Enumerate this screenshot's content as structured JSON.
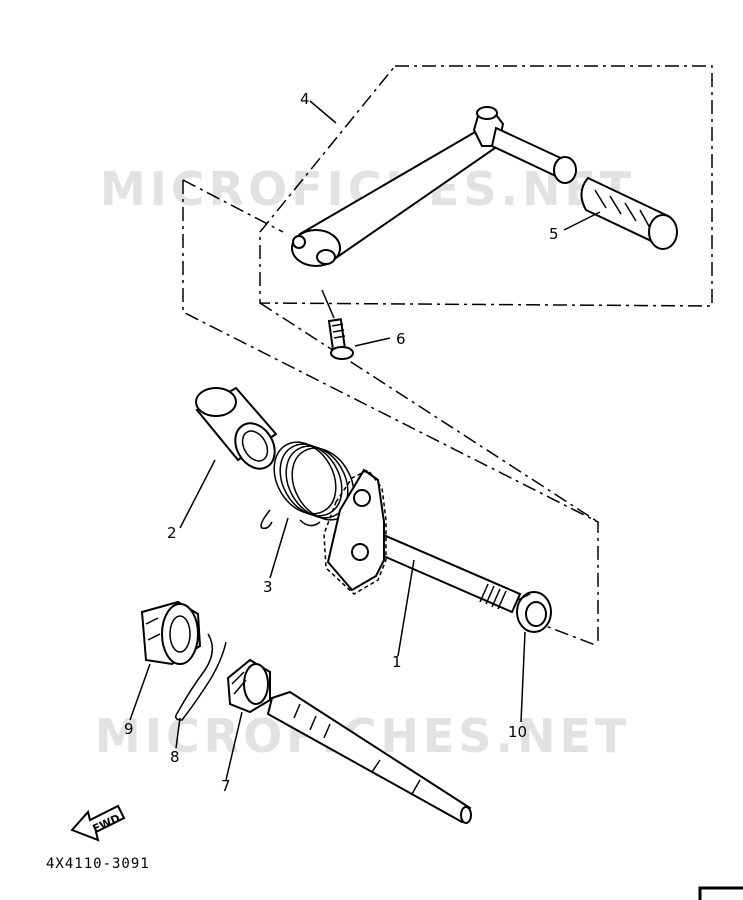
{
  "watermark": {
    "top_text": "MICROFICHES.NET",
    "bottom_text": "MICROFICHES.NET"
  },
  "diagram_code": "4X4110-3091",
  "fwd_label": "FWD",
  "callouts": {
    "p1": "1",
    "p2": "2",
    "p3": "3",
    "p4": "4",
    "p5": "5",
    "p6": "6",
    "p7": "7",
    "p8": "8",
    "p9": "9",
    "p10": "10"
  }
}
